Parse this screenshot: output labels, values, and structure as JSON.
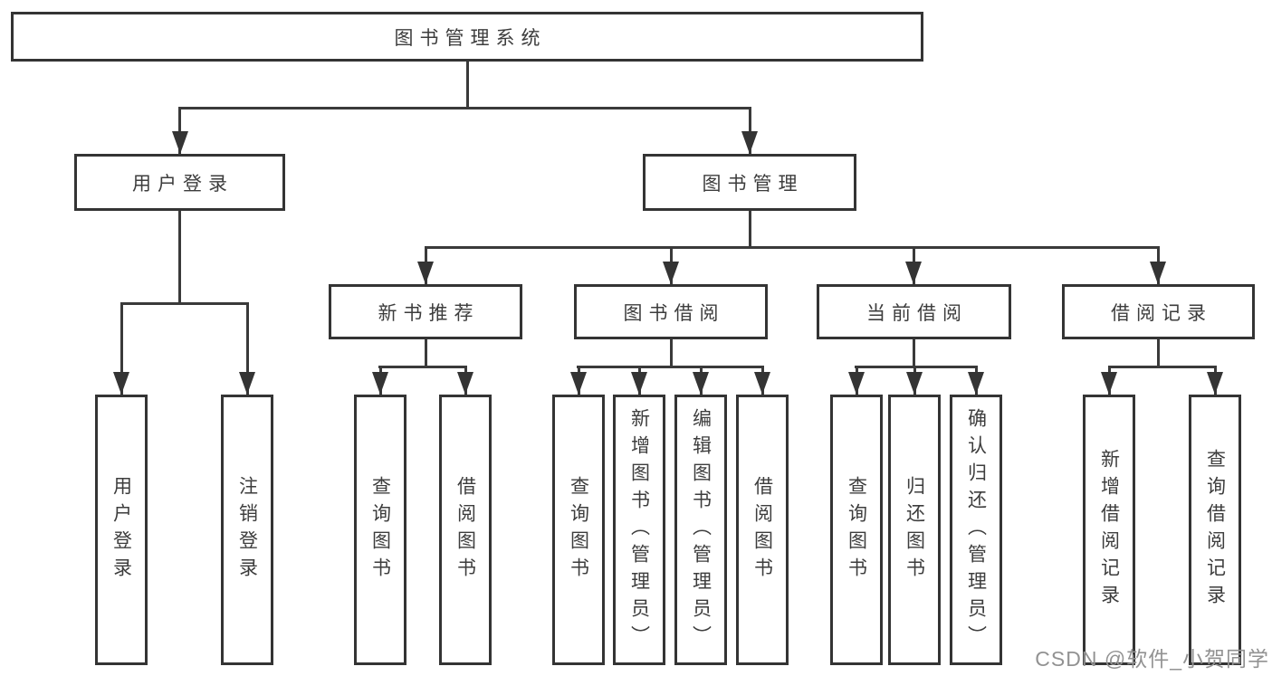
{
  "diagram": {
    "root": {
      "label": "图书管理系统"
    },
    "branches": [
      {
        "label": "用户登录"
      },
      {
        "label": "图书管理"
      }
    ],
    "modules": [
      {
        "label": "新书推荐"
      },
      {
        "label": "图书借阅"
      },
      {
        "label": "当前借阅"
      },
      {
        "label": "借阅记录"
      }
    ],
    "leaves": [
      {
        "label": "用户登录"
      },
      {
        "label": "注销登录"
      },
      {
        "label": "查询图书"
      },
      {
        "label": "借阅图书"
      },
      {
        "label": "查询图书"
      },
      {
        "label": "新增图书（管理员）"
      },
      {
        "label": "编辑图书（管理员）"
      },
      {
        "label": "借阅图书"
      },
      {
        "label": "查询图书"
      },
      {
        "label": "归还图书"
      },
      {
        "label": "确认归还（管理员）"
      },
      {
        "label": "新增借阅记录"
      },
      {
        "label": "查询借阅记录"
      }
    ]
  },
  "watermark": {
    "text": "CSDN @软件_小贺同学"
  },
  "colors": {
    "line": "#3a3a3a",
    "border": "#343434",
    "text": "#3d3d3d",
    "background": "#ffffff",
    "watermark": "#929292"
  }
}
